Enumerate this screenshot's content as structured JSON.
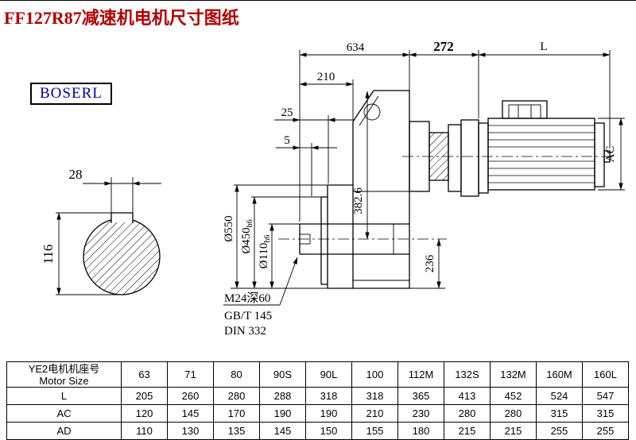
{
  "page": {
    "title": "FF127R87减速机电机尺寸图纸",
    "brand": "BOSERL"
  },
  "drawing": {
    "dimensions": {
      "total_length": "634",
      "adapter_length": "272",
      "motor_length": "L",
      "flange_offset": "210",
      "spigot_depth": "25",
      "gap": "5",
      "motor_diameter": "AC",
      "flange_diameter": "Ø550",
      "spigot_diameter": "Ø450",
      "spigot_tolerance": "h6",
      "shaft_bore": "Ø110",
      "shaft_bore_tolerance": "h6",
      "center_to_top": "382.6",
      "center_to_base": "236",
      "key_width": "28",
      "key_depth": "116"
    },
    "notes": {
      "tap_hole": "M24深60",
      "standard_gb": "GB/T 145",
      "standard_din": "DIN 332"
    }
  },
  "table": {
    "row_header_line1": "YE2电机机座号",
    "row_header_line2": "Motor Size",
    "sizes": [
      "63",
      "71",
      "80",
      "90S",
      "90L",
      "100",
      "112M",
      "132S",
      "132M",
      "160M",
      "160L"
    ],
    "rows": [
      {
        "label": "L",
        "values": [
          "205",
          "260",
          "280",
          "288",
          "318",
          "318",
          "365",
          "413",
          "452",
          "524",
          "547"
        ]
      },
      {
        "label": "AC",
        "values": [
          "120",
          "145",
          "170",
          "190",
          "190",
          "210",
          "230",
          "280",
          "280",
          "315",
          "315"
        ]
      },
      {
        "label": "AD",
        "values": [
          "110",
          "130",
          "135",
          "145",
          "150",
          "155",
          "180",
          "215",
          "215",
          "255",
          "255"
        ]
      }
    ]
  }
}
